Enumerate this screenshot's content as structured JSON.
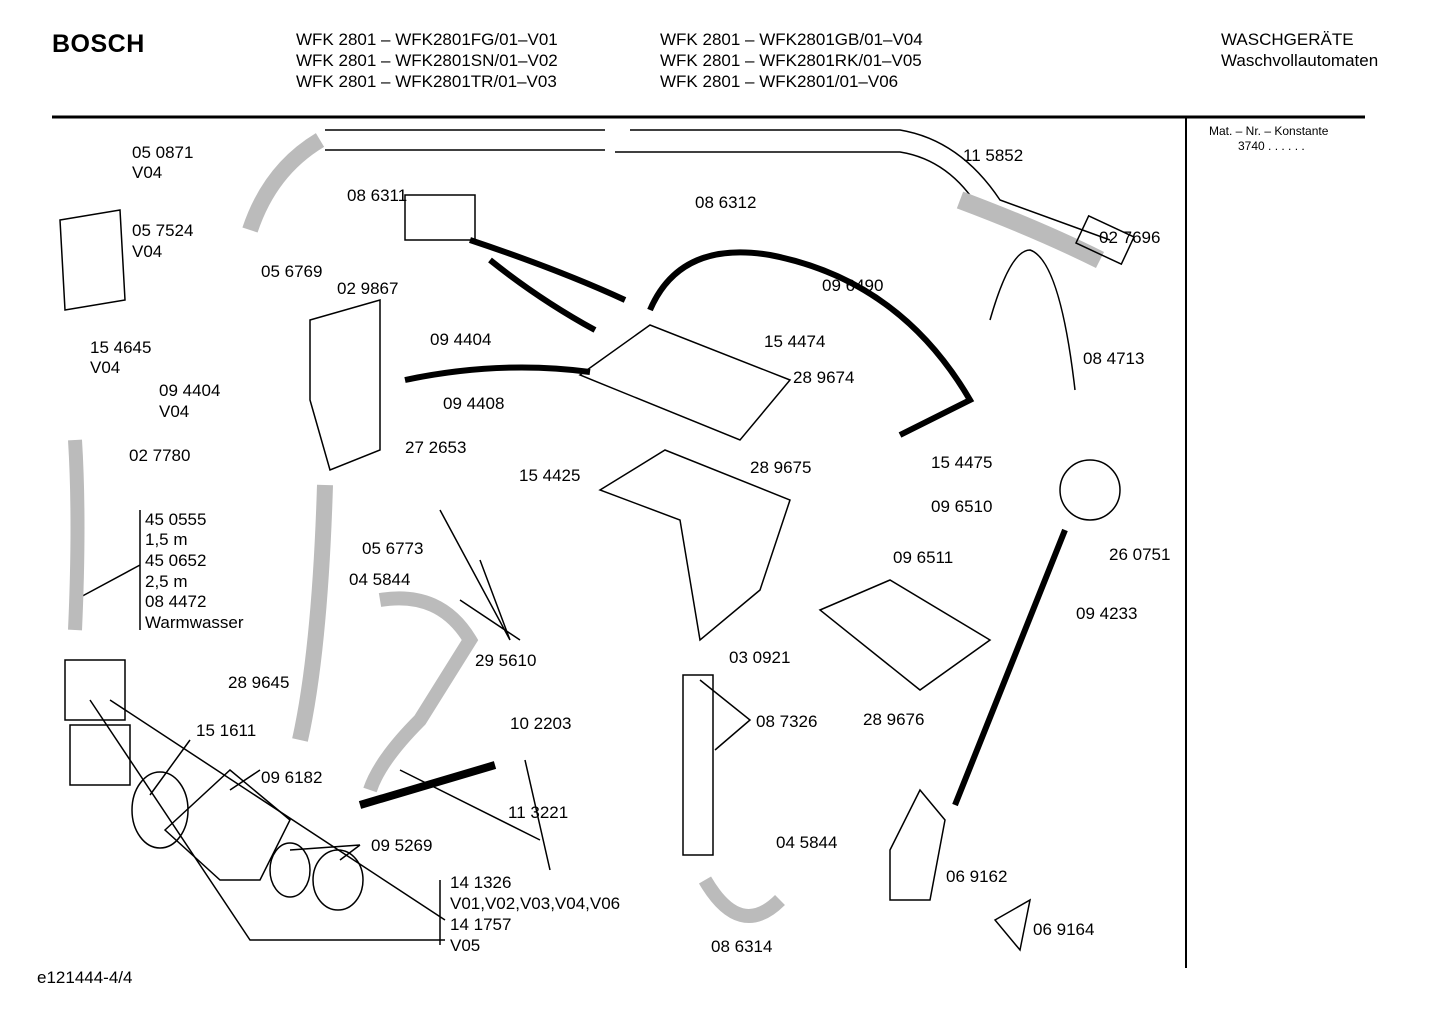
{
  "header": {
    "brand": "BOSCH",
    "models_left": [
      "WFK 2801 – WFK2801FG/01–V01",
      "WFK 2801 – WFK2801SN/01–V02",
      "WFK 2801 – WFK2801TR/01–V03"
    ],
    "models_right": [
      "WFK 2801 – WFK2801GB/01–V04",
      "WFK 2801 – WFK2801RK/01–V05",
      "WFK 2801 – WFK2801/01–V06"
    ],
    "category": "WASCHGERÄTE",
    "subcategory": "Waschvollautomaten"
  },
  "side_panel": {
    "title": "Mat. – Nr. – Konstante",
    "value": "3740  .  .   .  .  .  ."
  },
  "labels": [
    "05 0871",
    "V04",
    "05 7524",
    "V04",
    "08 6311",
    "08 6312",
    "11 5852",
    "02 7696",
    "05 6769",
    "02 9867",
    "09 6490",
    "15 4645",
    "V04",
    "09 4404",
    "15 4474",
    "09 4404",
    "V04",
    "08 4713",
    "09 4408",
    "28 9674",
    "02 7780",
    "27 2653",
    "15 4425",
    "28 9675",
    "15 4475",
    "09 6510",
    "45 0555",
    "1,5 m",
    "45 0652",
    "2,5 m",
    "08 4472",
    "Warmwasser",
    "05 6773",
    "04 5844",
    "09 6511",
    "26 0751",
    "09 4233",
    "29 5610",
    "03 0921",
    "28 9645",
    "08 7326",
    "28 9676",
    "10 2203",
    "15 1611",
    "09 6182",
    "11 3221",
    "09 5269",
    "04 5844",
    "14 1326",
    "V01,V02,V03,V04,V06",
    "14 1757",
    "V05",
    "06 9162",
    "06 9164",
    "08 6314"
  ],
  "footer": {
    "drawing_id": "e121444-4/4"
  }
}
